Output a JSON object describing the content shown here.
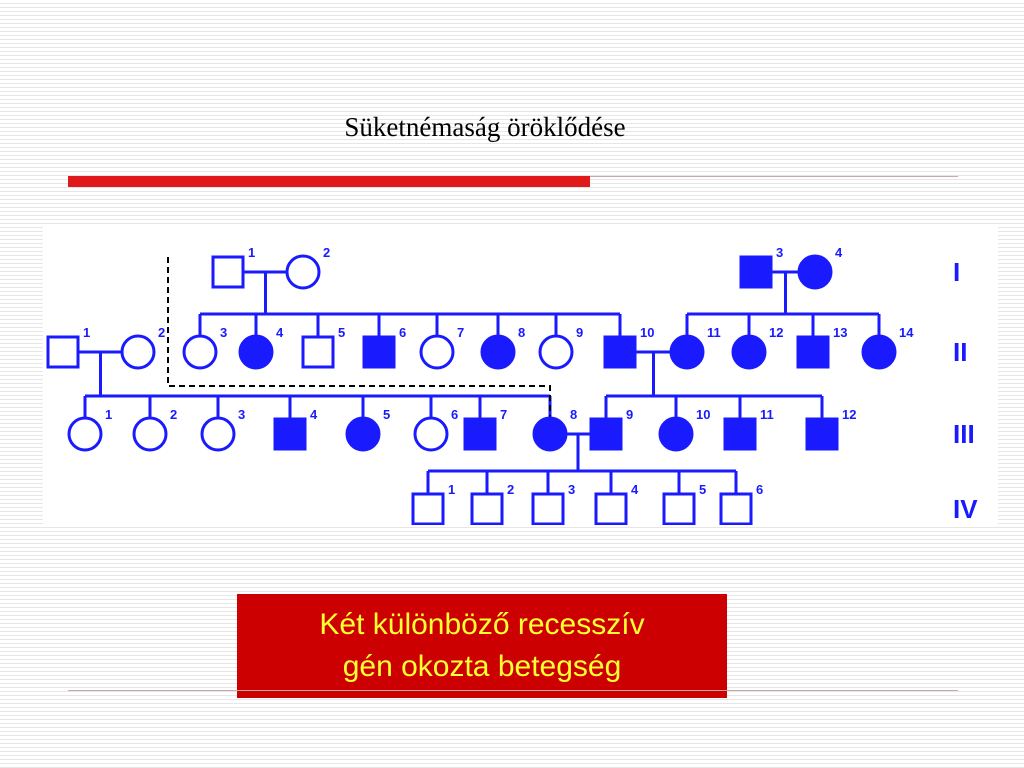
{
  "slide": {
    "title": "Süketnémaság öröklődése",
    "callout_lines": [
      "Két különböző recesszív",
      "gén okozta betegség"
    ],
    "colors": {
      "accent_red": "#e01a1a",
      "pedigree_blue": "#1a1aff",
      "callout_bg": "#cc0000",
      "callout_text": "#ffff33"
    }
  },
  "pedigree": {
    "generations": [
      "I",
      "II",
      "III",
      "IV"
    ],
    "individuals": [
      {
        "id": "I-1",
        "gen": 0,
        "num": "1",
        "sex": "M",
        "affected": false
      },
      {
        "id": "I-2",
        "gen": 0,
        "num": "2",
        "sex": "F",
        "affected": false
      },
      {
        "id": "I-3",
        "gen": 0,
        "num": "3",
        "sex": "M",
        "affected": true
      },
      {
        "id": "I-4",
        "gen": 0,
        "num": "4",
        "sex": "F",
        "affected": true
      },
      {
        "id": "II-1",
        "gen": 1,
        "num": "1",
        "sex": "M",
        "affected": false
      },
      {
        "id": "II-2",
        "gen": 1,
        "num": "2",
        "sex": "F",
        "affected": false
      },
      {
        "id": "II-3",
        "gen": 1,
        "num": "3",
        "sex": "F",
        "affected": false
      },
      {
        "id": "II-4",
        "gen": 1,
        "num": "4",
        "sex": "F",
        "affected": true
      },
      {
        "id": "II-5",
        "gen": 1,
        "num": "5",
        "sex": "M",
        "affected": false
      },
      {
        "id": "II-6",
        "gen": 1,
        "num": "6",
        "sex": "M",
        "affected": true
      },
      {
        "id": "II-7",
        "gen": 1,
        "num": "7",
        "sex": "F",
        "affected": false
      },
      {
        "id": "II-8",
        "gen": 1,
        "num": "8",
        "sex": "F",
        "affected": true
      },
      {
        "id": "II-9",
        "gen": 1,
        "num": "9",
        "sex": "F",
        "affected": false
      },
      {
        "id": "II-10",
        "gen": 1,
        "num": "10",
        "sex": "M",
        "affected": true
      },
      {
        "id": "II-11",
        "gen": 1,
        "num": "11",
        "sex": "F",
        "affected": true
      },
      {
        "id": "II-12",
        "gen": 1,
        "num": "12",
        "sex": "F",
        "affected": true
      },
      {
        "id": "II-13",
        "gen": 1,
        "num": "13",
        "sex": "M",
        "affected": true
      },
      {
        "id": "II-14",
        "gen": 1,
        "num": "14",
        "sex": "F",
        "affected": true
      },
      {
        "id": "III-1",
        "gen": 2,
        "num": "1",
        "sex": "F",
        "affected": false
      },
      {
        "id": "III-2",
        "gen": 2,
        "num": "2",
        "sex": "F",
        "affected": false
      },
      {
        "id": "III-3",
        "gen": 2,
        "num": "3",
        "sex": "F",
        "affected": false
      },
      {
        "id": "III-4",
        "gen": 2,
        "num": "4",
        "sex": "M",
        "affected": true
      },
      {
        "id": "III-5",
        "gen": 2,
        "num": "5",
        "sex": "F",
        "affected": true
      },
      {
        "id": "III-6",
        "gen": 2,
        "num": "6",
        "sex": "F",
        "affected": false
      },
      {
        "id": "III-7",
        "gen": 2,
        "num": "7",
        "sex": "M",
        "affected": true
      },
      {
        "id": "III-8",
        "gen": 2,
        "num": "8",
        "sex": "F",
        "affected": true
      },
      {
        "id": "III-9",
        "gen": 2,
        "num": "9",
        "sex": "M",
        "affected": true
      },
      {
        "id": "III-10",
        "gen": 2,
        "num": "10",
        "sex": "F",
        "affected": true
      },
      {
        "id": "III-11",
        "gen": 2,
        "num": "11",
        "sex": "M",
        "affected": true
      },
      {
        "id": "III-12",
        "gen": 2,
        "num": "12",
        "sex": "M",
        "affected": true
      },
      {
        "id": "IV-1",
        "gen": 3,
        "num": "1",
        "sex": "M",
        "affected": false
      },
      {
        "id": "IV-2",
        "gen": 3,
        "num": "2",
        "sex": "M",
        "affected": false
      },
      {
        "id": "IV-3",
        "gen": 3,
        "num": "3",
        "sex": "M",
        "affected": false
      },
      {
        "id": "IV-4",
        "gen": 3,
        "num": "4",
        "sex": "M",
        "affected": false
      },
      {
        "id": "IV-5",
        "gen": 3,
        "num": "5",
        "sex": "M",
        "affected": false
      },
      {
        "id": "IV-6",
        "gen": 3,
        "num": "6",
        "sex": "M",
        "affected": false
      }
    ],
    "matings": [
      {
        "partners": [
          "I-1",
          "I-2"
        ],
        "children": [
          "II-3",
          "II-4",
          "II-5",
          "II-6",
          "II-7",
          "II-8",
          "II-9",
          "II-10"
        ]
      },
      {
        "partners": [
          "I-3",
          "I-4"
        ],
        "children": [
          "II-11",
          "II-12",
          "II-13",
          "II-14"
        ]
      },
      {
        "partners": [
          "II-1",
          "II-2"
        ],
        "children": [
          "III-1",
          "III-2",
          "III-3",
          "III-4",
          "III-5",
          "III-6",
          "III-7",
          "III-8"
        ]
      },
      {
        "partners": [
          "II-10",
          "II-11"
        ],
        "children": [
          "III-9",
          "III-10",
          "III-11",
          "III-12"
        ]
      },
      {
        "partners": [
          "III-8",
          "III-9"
        ],
        "children": [
          "IV-1",
          "IV-2",
          "IV-3",
          "IV-4",
          "IV-5",
          "IV-6"
        ]
      }
    ],
    "dashed_link": {
      "from": "I-1",
      "to": "III-8"
    }
  }
}
